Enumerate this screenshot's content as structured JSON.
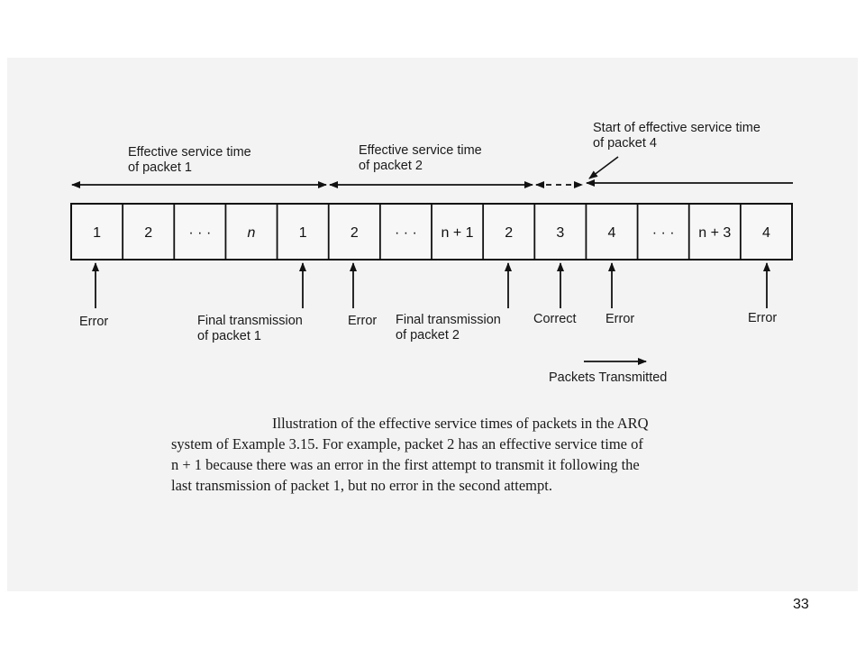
{
  "boxes": [
    {
      "label": "1",
      "italic": false
    },
    {
      "label": "2",
      "italic": false
    },
    {
      "label": "· · ·",
      "italic": false
    },
    {
      "label": "n",
      "italic": true
    },
    {
      "label": "1",
      "italic": false
    },
    {
      "label": "2",
      "italic": false
    },
    {
      "label": "· · ·",
      "italic": false
    },
    {
      "label": "n + 1",
      "italic": false
    },
    {
      "label": "2",
      "italic": false
    },
    {
      "label": "3",
      "italic": false
    },
    {
      "label": "4",
      "italic": false
    },
    {
      "label": "· · ·",
      "italic": false
    },
    {
      "label": "n + 3",
      "italic": false
    },
    {
      "label": "4",
      "italic": false
    }
  ],
  "intervals": {
    "packet1": {
      "line1": "Effective service time",
      "line2": "of packet 1"
    },
    "packet2": {
      "line1": "Effective service time",
      "line2": "of packet 2"
    },
    "packet4": {
      "line1": "Start of effective service time",
      "line2": "of packet 4"
    }
  },
  "events": [
    {
      "line1": "Error",
      "line2": ""
    },
    {
      "line1": "Final transmission",
      "line2": "of packet 1"
    },
    {
      "line1": "Error",
      "line2": ""
    },
    {
      "line1": "Final transmission",
      "line2": "of packet 2"
    },
    {
      "line1": "Correct",
      "line2": ""
    },
    {
      "line1": "Error",
      "line2": ""
    },
    {
      "line1": "Error",
      "line2": ""
    }
  ],
  "direction_label": "Packets Transmitted",
  "caption": {
    "line1": "Illustration of the effective service times of packets in the ARQ",
    "line2": "system of Example 3.15. For example, packet 2 has an effective service time of",
    "line3": "n + 1 because there was an error in the first attempt to transmit it following the",
    "line4": "last transmission of packet 1, but no error in the second attempt."
  },
  "page_number": "33"
}
